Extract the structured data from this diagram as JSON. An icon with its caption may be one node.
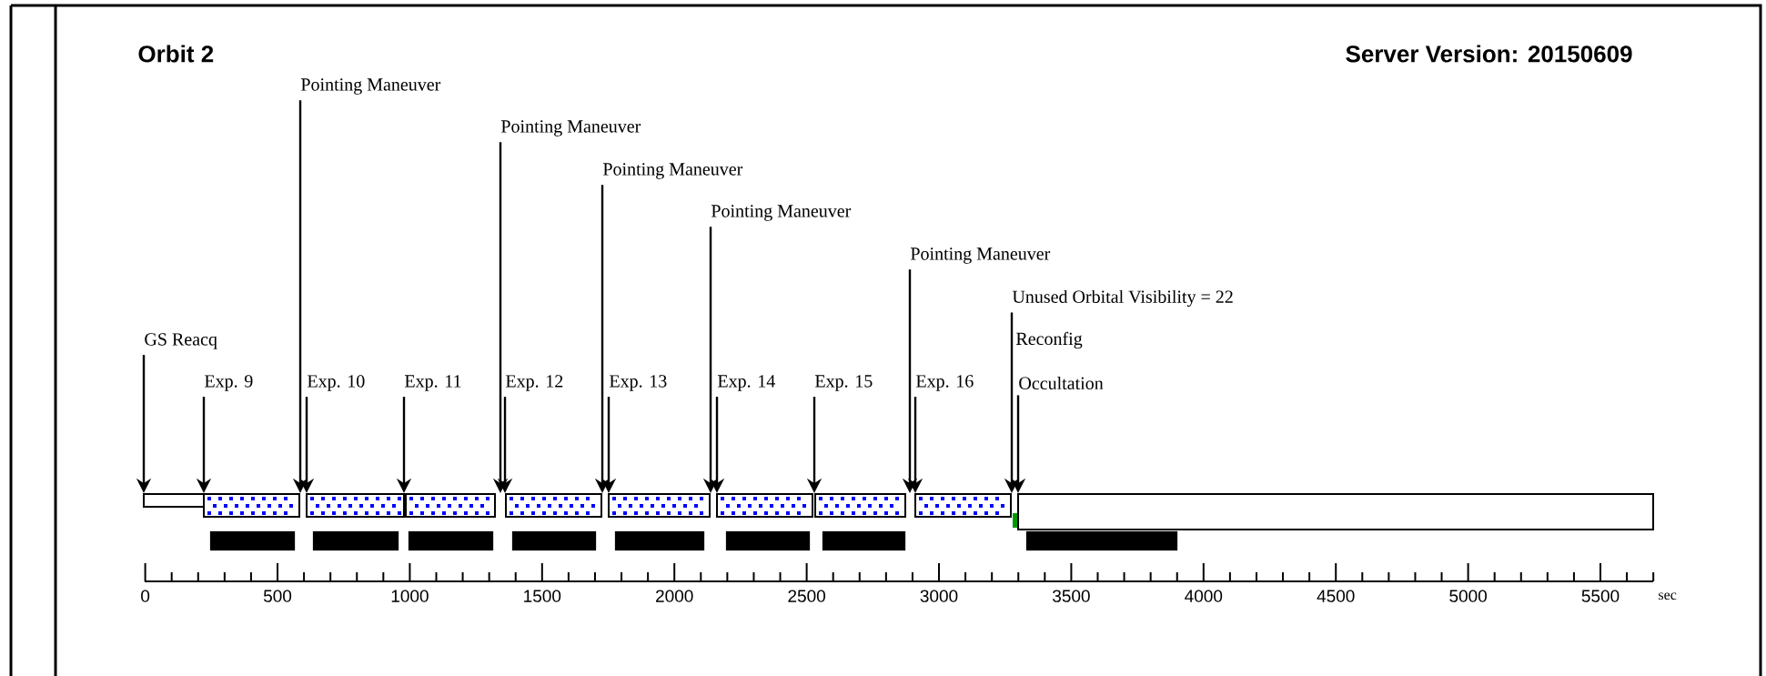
{
  "diagram": {
    "nodes": [
      {
        "text": [
          "GS Reacq"
        ]
      },
      {
        "text": [
          "Exp. 9"
        ]
      },
      {
        "text": [
          "Pointing Maneuver"
        ]
      },
      {
        "text": [
          "Exp. 10"
        ]
      },
      {
        "text": [
          "Exp. 11"
        ]
      },
      {
        "text": [
          "Pointing Maneuver"
        ]
      },
      {
        "text": [
          "Exp. 12"
        ]
      },
      {
        "text": [
          "Pointing Maneuver"
        ]
      },
      {
        "text": [
          "Exp. 13"
        ]
      },
      {
        "text": [
          "Pointing Maneuver"
        ]
      },
      {
        "text": [
          "Exp. 14"
        ]
      },
      {
        "text": [
          "Exp. 15"
        ]
      },
      {
        "text": [
          "Pointing Maneuver"
        ]
      },
      {
        "text": [
          "Exp. 16"
        ]
      },
      {
        "text": [
          "Unused Orbital Visibility = 22"
        ]
      },
      {
        "text": [
          "Occultation"
        ]
      },
      {
        "text": [],
        "shape": "bar"
      },
      {
        "text": [],
        "shape": "bar"
      },
      {
        "text": [],
        "shape": "bar"
      },
      {
        "text": [],
        "shape": "bar"
      },
      {
        "text": [],
        "shape": "bar"
      },
      {
        "text": [],
        "shape": "bar"
      },
      {
        "text": [],
        "shape": "bar"
      },
      {
        "text": [],
        "shape": "bar"
      },
      {
        "text": [],
        "shape": "bar"
      },
      {
        "text": [],
        "shape": "bar"
      },
      {
        "text": [],
        "shape": "bar"
      },
      {
        "text": [],
        "shape": "bar"
      },
      {
        "text": [],
        "shape": "bar"
      },
      {
        "text": [],
        "shape": "bar"
      },
      {
        "text": [],
        "shape": "bar"
      },
      {
        "text": [],
        "shape": "bar"
      },
      {
        "text": [],
        "shape": "bar"
      },
      {
        "text": [],
        "shape": "bar"
      }
    ],
    "edges": [
      {
        "from": 0,
        "to": 16,
        "arrow": "to"
      },
      {
        "from": 1,
        "to": 17,
        "arrow": "to"
      },
      {
        "from": 2,
        "to": 17,
        "arrow": "to"
      },
      {
        "from": 3,
        "to": 18,
        "arrow": "to"
      },
      {
        "from": 4,
        "to": 19,
        "arrow": "to"
      },
      {
        "from": 5,
        "to": 19,
        "arrow": "to"
      },
      {
        "from": 6,
        "to": 20,
        "arrow": "to"
      },
      {
        "from": 7,
        "to": 20,
        "arrow": "to"
      },
      {
        "from": 8,
        "to": 21,
        "arrow": "to"
      },
      {
        "from": 9,
        "to": 21,
        "arrow": "to"
      },
      {
        "from": 10,
        "to": 22,
        "arrow": "to"
      },
      {
        "from": 11,
        "to": 23,
        "arrow": "to"
      },
      {
        "from": 12,
        "to": 23,
        "arrow": "to"
      },
      {
        "from": 13,
        "to": 24,
        "arrow": "to"
      },
      {
        "from": 14,
        "to": 24,
        "arrow": "to"
      },
      {
        "from": 15,
        "to": 25,
        "arrow": "to"
      }
    ],
    "labels": [
      "Orbit 2",
      "Server Version: 20150609",
      "Reconfig",
      "0",
      "500",
      "1000",
      "1500",
      "2000",
      "2500",
      "3000",
      "3500",
      "4000",
      "4500",
      "5000",
      "5500",
      "sec"
    ]
  }
}
